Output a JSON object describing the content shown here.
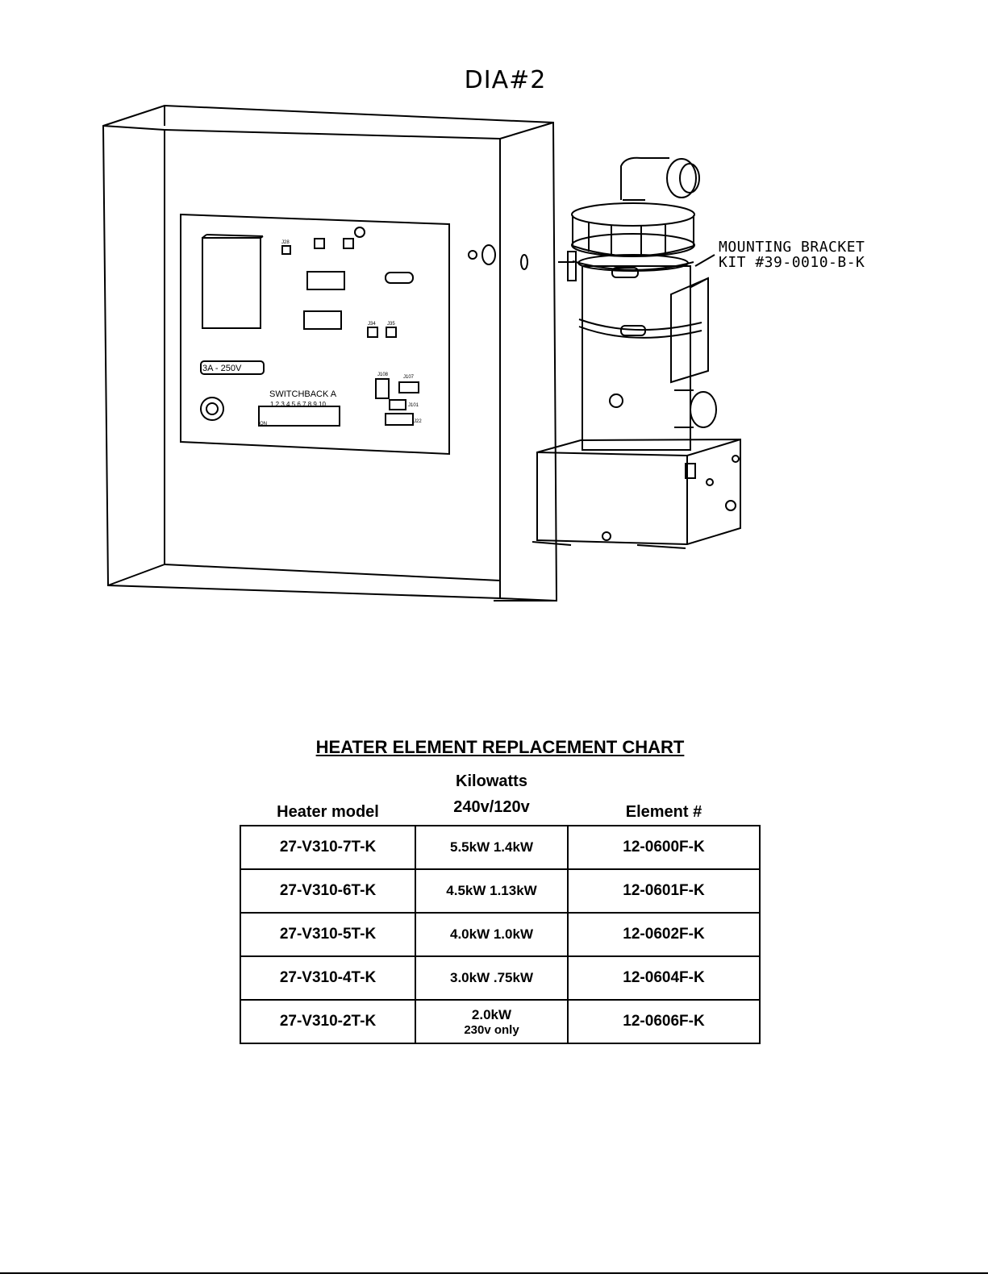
{
  "diagram": {
    "title": "DIA#2",
    "callout_line1": "MOUNTING BRACKET",
    "callout_line2": "KIT #39-0010-B-K",
    "panel": {
      "fuse_label": "3A - 250V",
      "switch_label": "SWITCHBACK A",
      "switch_numbers": "1 2 3 4 5 6 7 8 9 10",
      "switch_on": "ON",
      "connectors": [
        "J28",
        "J34",
        "J35",
        "J108",
        "J107",
        "J101",
        "J22"
      ]
    }
  },
  "chart": {
    "title": "HEATER ELEMENT REPLACEMENT CHART",
    "headers": {
      "model": "Heater model",
      "kw_line1": "Kilowatts",
      "kw_line2": "240v/120v",
      "element": "Element #"
    },
    "rows": [
      {
        "model": "27-V310-7T-K",
        "kw": "5.5kW 1.4kW",
        "kw_note": "",
        "element": "12-0600F-K"
      },
      {
        "model": "27-V310-6T-K",
        "kw": "4.5kW 1.13kW",
        "kw_note": "",
        "element": "12-0601F-K"
      },
      {
        "model": "27-V310-5T-K",
        "kw": "4.0kW 1.0kW",
        "kw_note": "",
        "element": "12-0602F-K"
      },
      {
        "model": "27-V310-4T-K",
        "kw": "3.0kW .75kW",
        "kw_note": "",
        "element": "12-0604F-K"
      },
      {
        "model": "27-V310-2T-K",
        "kw": "2.0kW",
        "kw_note": "230v only",
        "element": "12-0606F-K"
      }
    ]
  }
}
